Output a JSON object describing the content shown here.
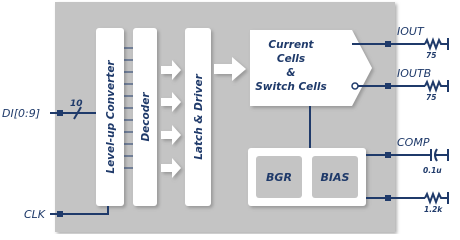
{
  "blocks": {
    "level_up": "Level-up Converter",
    "decoder": "Decoder",
    "latch": "Latch & Driver",
    "cells_line1": "Current",
    "cells_line2": "Cells",
    "cells_line3": "&",
    "cells_line4": "Switch Cells",
    "bgr": "BGR",
    "bias": "BIAS"
  },
  "inputs": {
    "di": "DI[0:9]",
    "bus_width": "10",
    "clk": "CLK"
  },
  "outputs": {
    "iout": "IOUT",
    "iout_r": "75",
    "ioutb": "IOUTB",
    "ioutb_r": "75",
    "comp": "COMP",
    "comp_c": "0.1u",
    "bias_r": "1.2k"
  },
  "colors": {
    "chip": "#c4c4c4",
    "block": "#ffffff",
    "ink": "#1f3a6a"
  }
}
